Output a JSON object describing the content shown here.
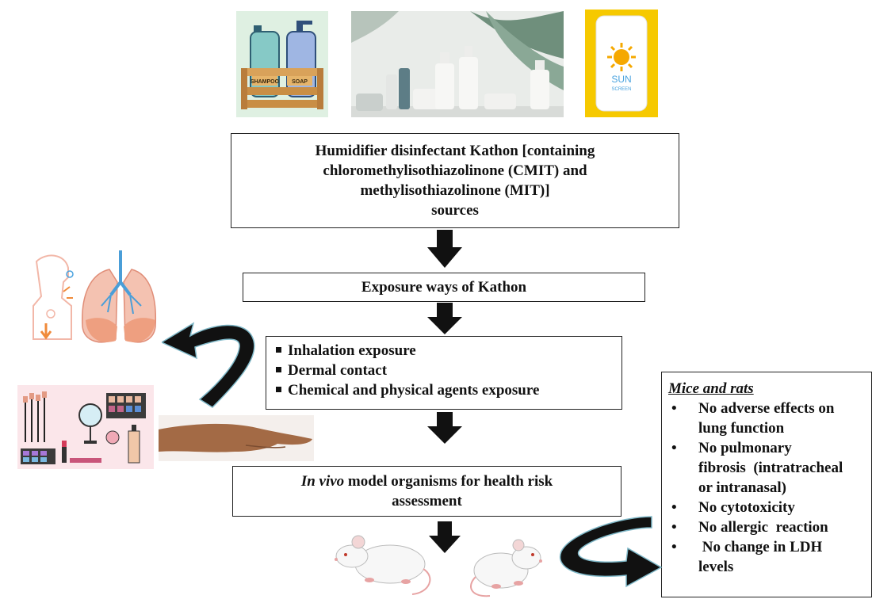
{
  "top_images": {
    "shampoo_label": "SHAMPOO",
    "soap_label": "SOAP",
    "sunscreen_label_1": "SUN",
    "sunscreen_label_2": "SCREEN"
  },
  "box_sources": {
    "line1": "Humidifier disinfectant Kathon [containing",
    "line2": "chloromethylisothiazolinone (CMIT) and",
    "line3": "methylisothiazolinone (MIT)]",
    "line4": "sources"
  },
  "box_exposure": {
    "title": "Exposure ways of Kathon"
  },
  "box_routes": {
    "items": [
      "Inhalation  exposure",
      "Dermal contact",
      "Chemical and physical agents exposure"
    ]
  },
  "box_invivo": {
    "italic_prefix": "In vivo",
    "line1_rest": " model organisms for health risk",
    "line2": "assessment"
  },
  "box_mice": {
    "title": "Mice and rats",
    "items": [
      {
        "bullet": "•",
        "lines": [
          "No adverse effects on",
          "lung function"
        ]
      },
      {
        "bullet": "•",
        "lines": [
          "No pulmonary",
          "fibrosis  (intratracheal",
          "or intranasal)"
        ]
      },
      {
        "bullet": "•",
        "lines": [
          "No cytotoxicity"
        ]
      },
      {
        "bullet": "•",
        "lines": [
          "No allergic  reaction"
        ]
      },
      {
        "bullet": "•",
        "lines": [
          " No change in LDH",
          "levels"
        ]
      }
    ]
  },
  "colors": {
    "arrow": "#111111",
    "border": "#222222",
    "lung": "#e8a08a",
    "sun": "#f5c400"
  }
}
